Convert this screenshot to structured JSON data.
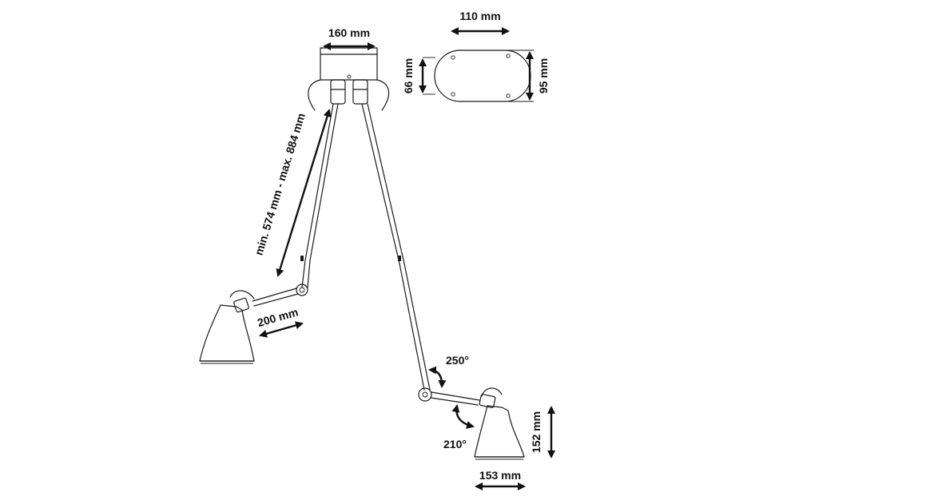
{
  "dimensions": {
    "mount_width": "160 mm",
    "plate_width": "110 mm",
    "plate_height_inner": "66 mm",
    "plate_height_outer": "95 mm",
    "arm_length": "min. 574 mm - max. 884 mm",
    "forearm_length": "200 mm",
    "shade_height": "152 mm",
    "shade_width": "153 mm"
  },
  "rotations": {
    "elbow": "250°",
    "shade": "210°"
  },
  "colors": {
    "line": "#1a1a1a",
    "background": "#ffffff"
  }
}
